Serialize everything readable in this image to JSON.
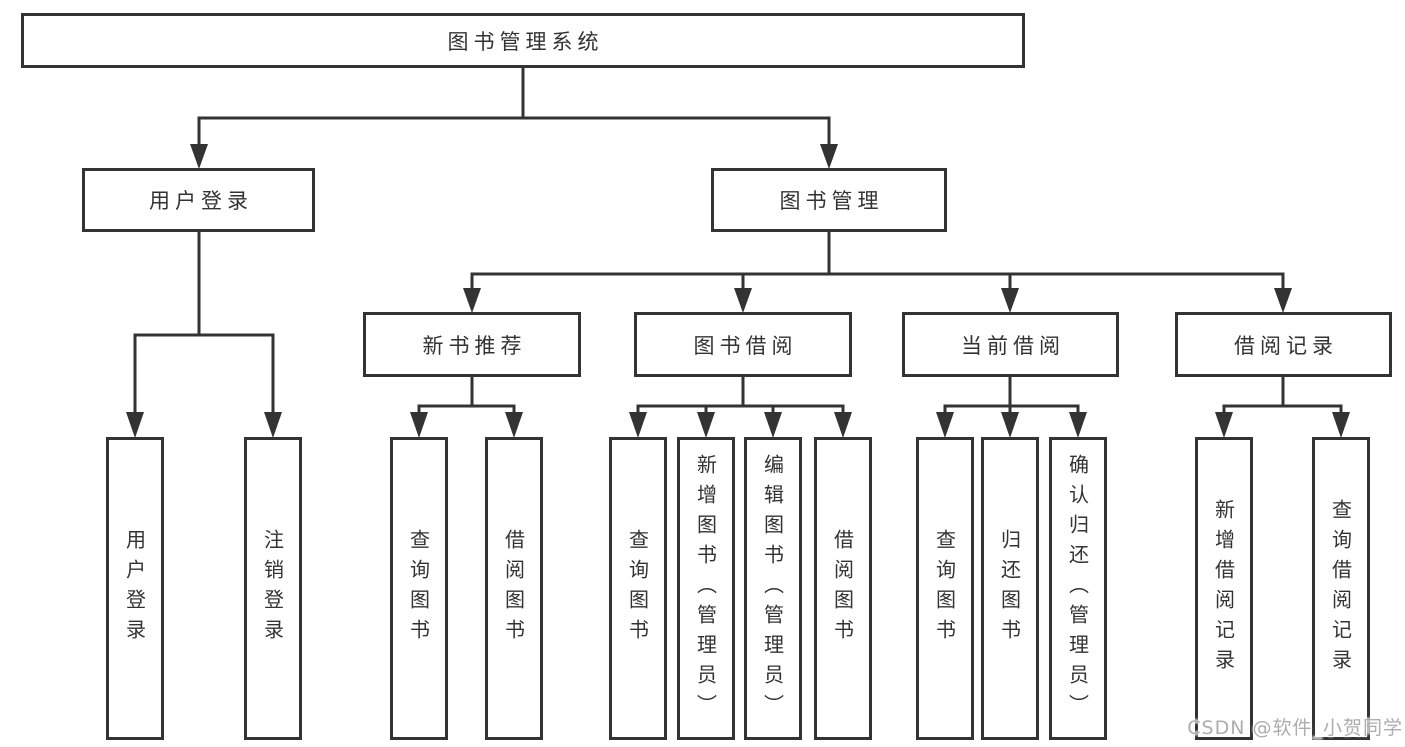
{
  "nodes": {
    "root": "图书管理系统",
    "user_login": "用户登录",
    "book_mgmt": "图书管理",
    "new_book_rec": "新书推荐",
    "book_borrow": "图书借阅",
    "current_borrow": "当前借阅",
    "borrow_records": "借阅记录",
    "leaf_user_login": "用户登录",
    "leaf_logout": "注销登录",
    "leaf_query_book_rec": "查询图书",
    "leaf_borrow_book_rec": "借阅图书",
    "leaf_query_book_borrow": "查询图书",
    "leaf_add_book_admin": "新增图书（管理员）",
    "leaf_edit_book_admin": "编辑图书（管理员）",
    "leaf_borrow_book_borrow": "借阅图书",
    "leaf_query_book_current": "查询图书",
    "leaf_return_book": "归还图书",
    "leaf_confirm_return_admin": "确认归还（管理员）",
    "leaf_add_borrow_record": "新增借阅记录",
    "leaf_query_borrow_record": "查询借阅记录"
  },
  "watermark": "CSDN @软件_小贺同学",
  "colors": {
    "line": "#333333",
    "text": "#333333",
    "watermark": "#adadad",
    "background": "#ffffff"
  }
}
